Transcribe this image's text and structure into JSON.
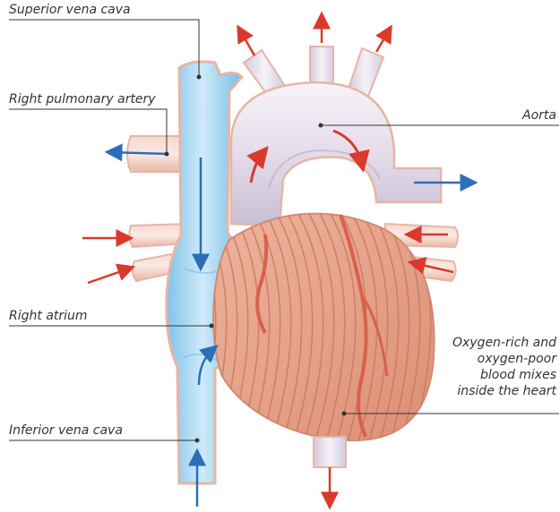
{
  "labels": {
    "superior_vena_cava": "Superior vena cava",
    "right_pulmonary_artery": "Right pulmonary artery",
    "aorta": "Aorta",
    "right_atrium": "Right atrium",
    "inferior_vena_cava": "Inferior vena cava",
    "heart_note": [
      "Oxygen-rich and",
      "oxygen-poor",
      "blood mixes",
      "inside the heart"
    ]
  },
  "colors": {
    "oxygen_rich_arrow": "#d93a2b",
    "oxygen_poor_arrow": "#2e6db8",
    "vena_cava_fill": "#a9d8f2",
    "aorta_fill": "#ece6f0",
    "heart_muscle": "#e9a48c",
    "vessel_outline": "#e7b5a5"
  }
}
